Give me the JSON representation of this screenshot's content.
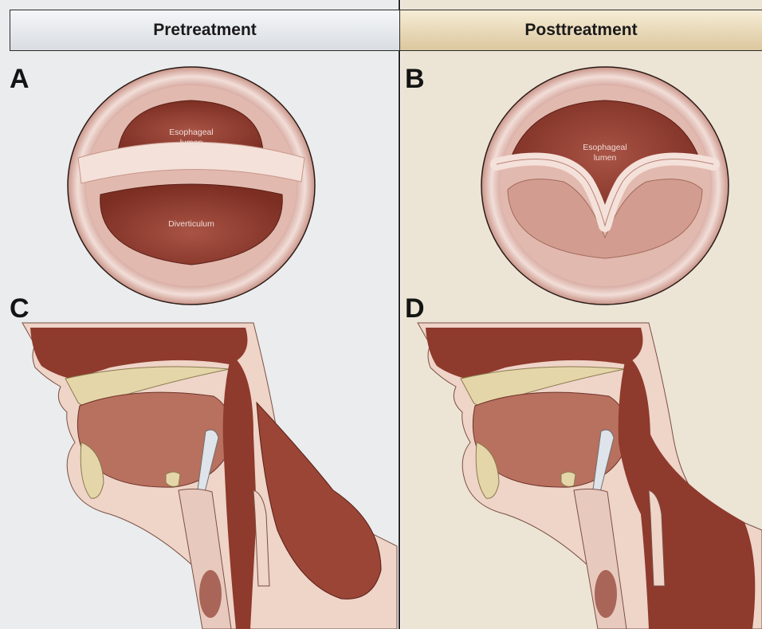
{
  "headers": {
    "pre": "Pretreatment",
    "post": "Posttreatment"
  },
  "panels": {
    "A": {
      "letter": "A",
      "labels": [
        "Esophageal",
        "lumen",
        "Diverticulum"
      ]
    },
    "B": {
      "letter": "B",
      "labels": [
        "Esophageal",
        "lumen"
      ]
    },
    "C": {
      "letter": "C"
    },
    "D": {
      "letter": "D"
    }
  },
  "colors": {
    "tissue_dark": "#8e3a2c",
    "tissue_mid": "#a65446",
    "ring_light": "#efd9d2",
    "ring_pink": "#d9aca0",
    "bone": "#e4d6a8",
    "cartilage": "#dfe3ea"
  }
}
